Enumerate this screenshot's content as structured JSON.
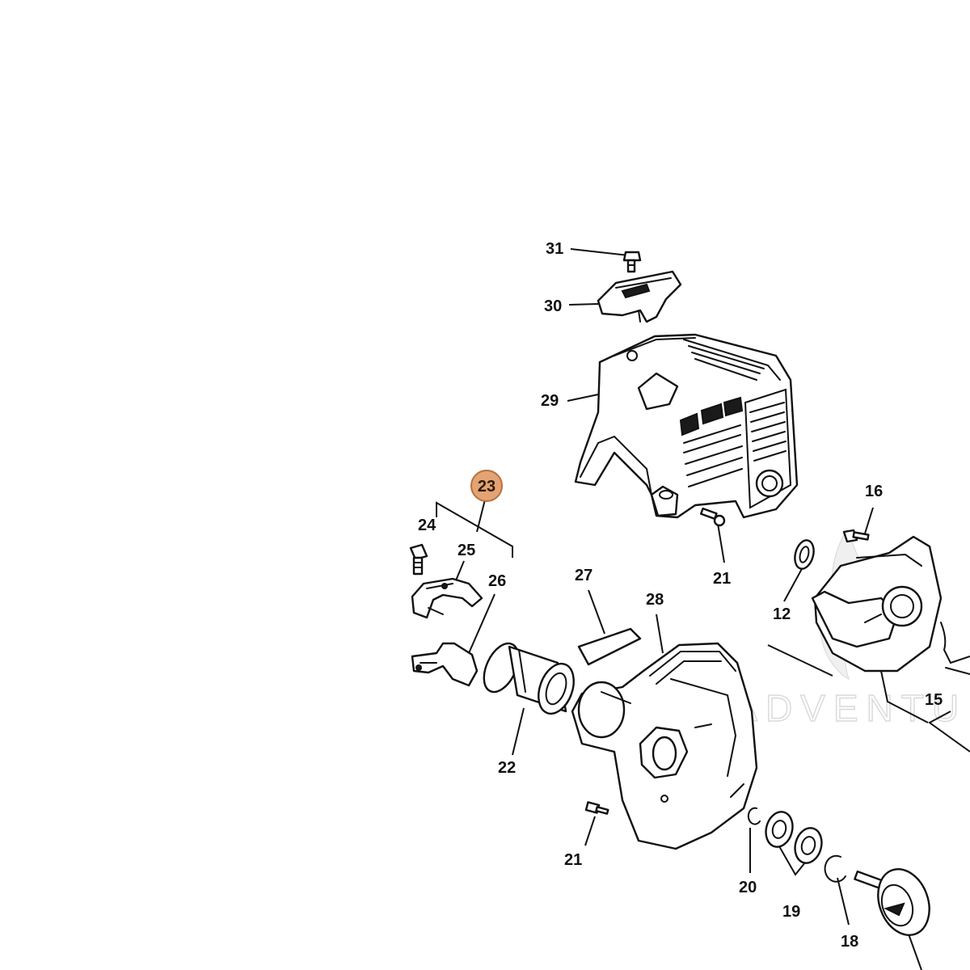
{
  "watermark": {
    "text": "LEADVENTU"
  },
  "highlighted_part": {
    "label": "23",
    "color": "#e3a374",
    "border": "#b8703e"
  },
  "part_labels": [
    "31",
    "30",
    "29",
    "24",
    "25",
    "26",
    "21",
    "16",
    "12",
    "27",
    "28",
    "15",
    "22",
    "21",
    "20",
    "19",
    "18"
  ],
  "colors": {
    "line": "#111111",
    "background": "#ffffff",
    "watermark": "#d9d9d9"
  }
}
